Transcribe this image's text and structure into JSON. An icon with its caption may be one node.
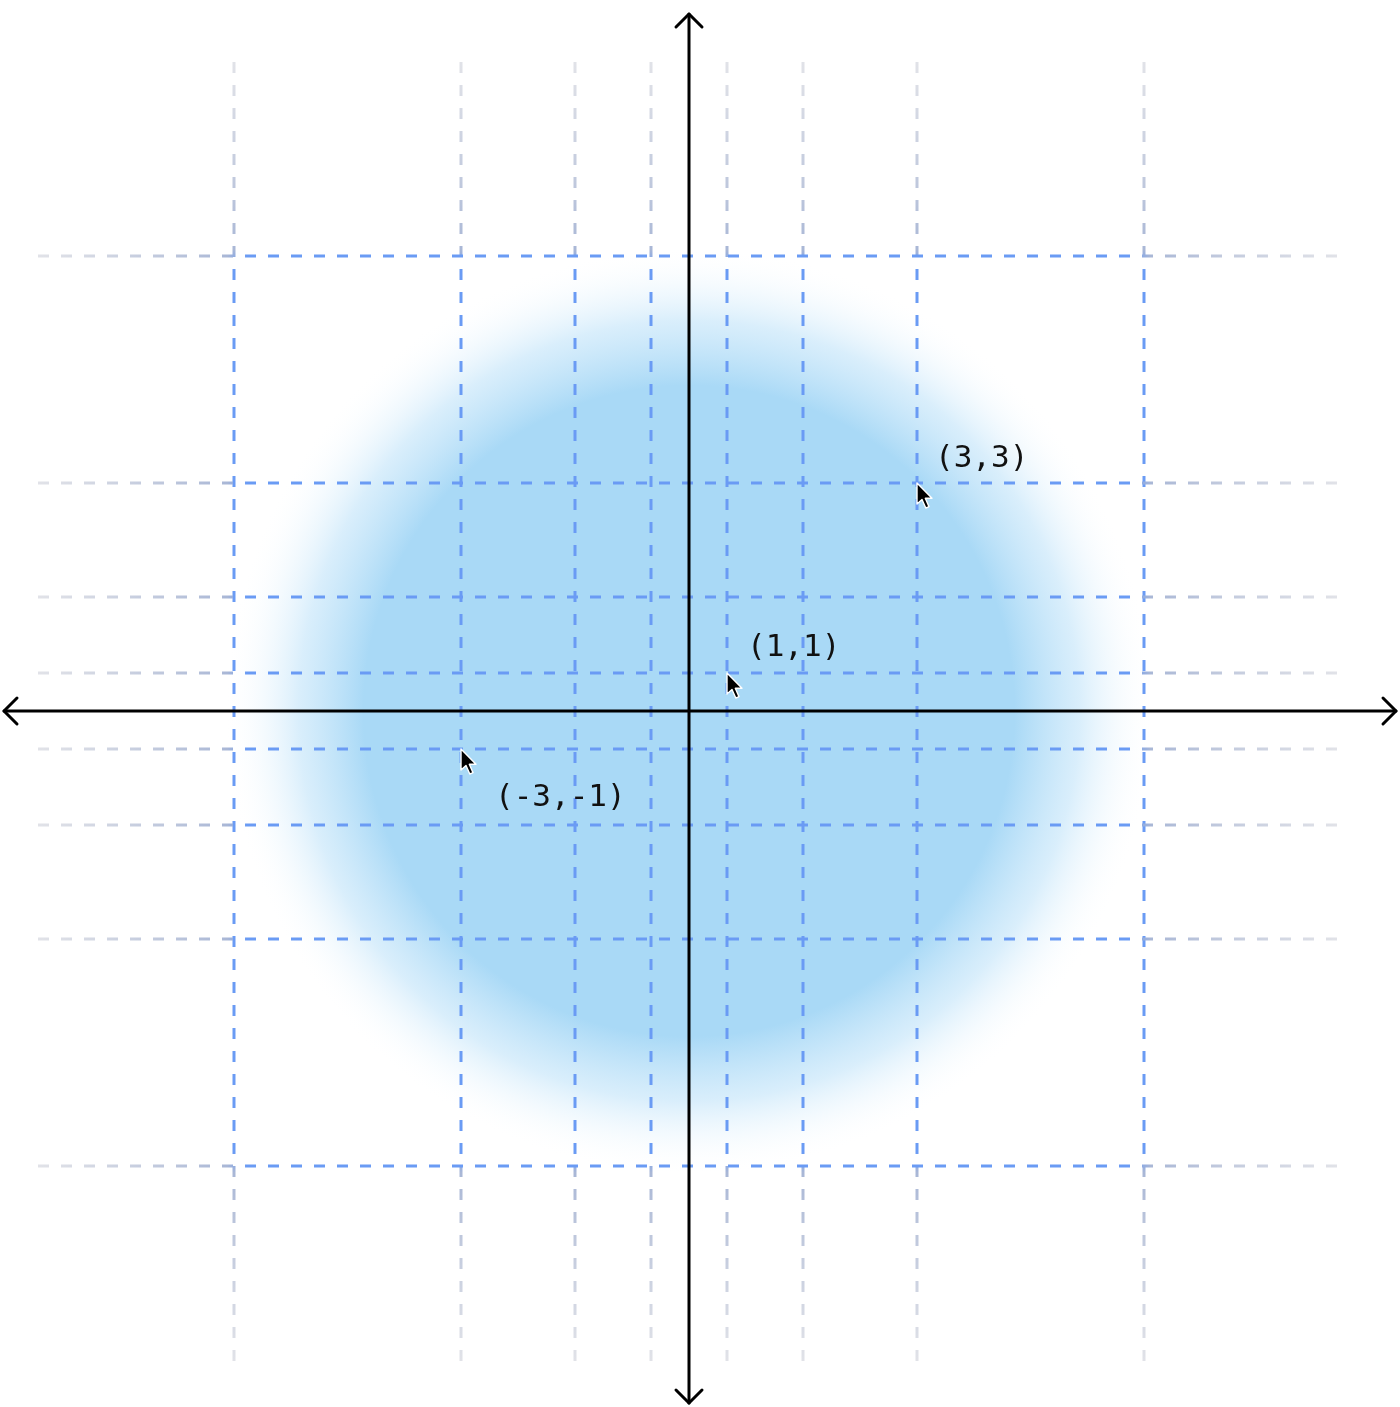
{
  "diagram": {
    "labels": [
      "(3,3)",
      "(1,1)",
      "(-3,-1)"
    ]
  }
}
